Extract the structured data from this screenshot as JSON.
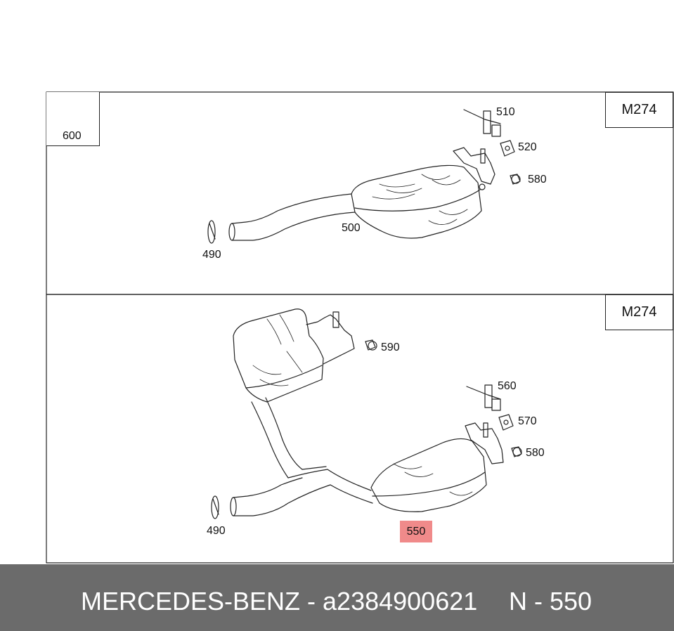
{
  "engine_label_top": "M274",
  "engine_label_bottom": "M274",
  "legend_part": "600",
  "parts_top": {
    "p510": "510",
    "p520": "520",
    "p580": "580",
    "p500": "500",
    "p490": "490"
  },
  "parts_bottom": {
    "p590": "590",
    "p560": "560",
    "p570": "570",
    "p580": "580",
    "p490": "490",
    "p550": "550"
  },
  "highlight_color": "#f08a8a",
  "footer": {
    "brand_text": "MERCEDES-BENZ - a2384900621",
    "ref_text": "N - 550",
    "background": "#6b6b6b"
  }
}
